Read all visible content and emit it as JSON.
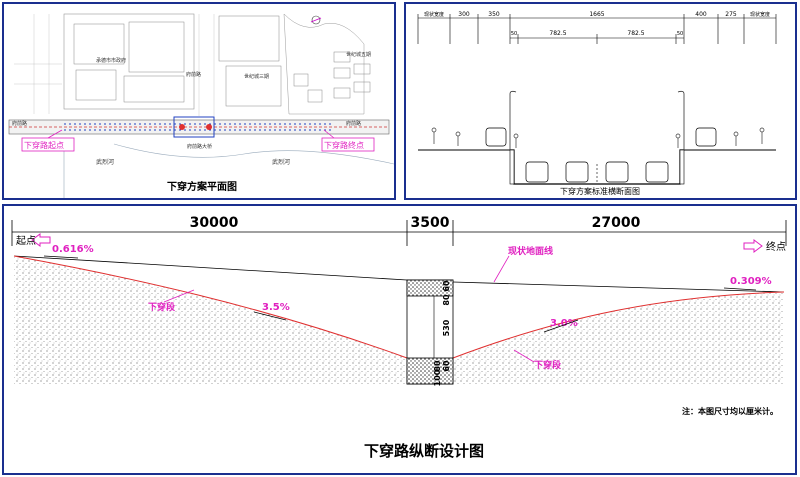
{
  "plan": {
    "title": "下穿方案平面图",
    "start_marker": "下穿路起点",
    "end_marker": "下穿路终点",
    "labels": {
      "building_1": "承德市市政府",
      "building_2": "府前路",
      "building_3": "世纪城五期",
      "building_4": "世纪城三期",
      "road_left": "府前路",
      "road_right": "府前路",
      "bridge": "府前路大桥",
      "river_left": "武烈河",
      "river_right": "武烈河"
    }
  },
  "cross_section": {
    "title": "下穿方案标准横断面图",
    "top_dims": [
      "现状宽度",
      "300",
      "350",
      "1665",
      "400",
      "275",
      "现状宽度"
    ],
    "lower_dims": [
      "50",
      "782.5",
      "782.5",
      "50"
    ]
  },
  "profile": {
    "title": "下穿路纵断设计图",
    "seg_left": "30000",
    "seg_mid": "3500",
    "seg_right": "27000",
    "start_label": "起点",
    "end_label": "终点",
    "slope_left_top": "0.616%",
    "slope_left_down": "3.5%",
    "slope_right_up": "3.0%",
    "slope_right_top": "0.309%",
    "ground_line_label": "现状地面线",
    "underpass_left": "下穿段",
    "underpass_right": "下穿段",
    "struct_dims": [
      "60",
      "80",
      "530",
      "80",
      "60",
      "100"
    ],
    "note": "注：本图尺寸均以厘米计。"
  },
  "colors": {
    "frame": "#1a2f8f",
    "magenta": "#e020c0",
    "red_line": "#e03030",
    "road_blue": "#2040c0"
  }
}
